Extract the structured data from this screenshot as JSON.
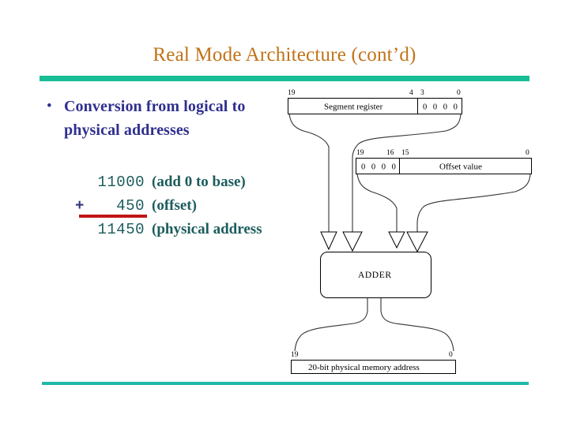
{
  "slide": {
    "title": "Real Mode Architecture (cont’d)",
    "title_color": "#c07318",
    "rule_color_top": "#16bd95",
    "rule_color_bottom": "#21b8a8",
    "background": "#ffffff"
  },
  "bullet": {
    "marker": "•",
    "line1": "Conversion from logical to",
    "line2": "physical addresses",
    "color": "#2f2f8f"
  },
  "calculation": {
    "number_color": "#1c5c5c",
    "sign_color": "#33337f",
    "rule_color": "#c11414",
    "rows": [
      {
        "sign": "",
        "number": "11000",
        "note": "(add 0 to base)"
      },
      {
        "sign": "+",
        "number": "450",
        "note": "(offset)"
      },
      {
        "sign": "",
        "number": "11450",
        "note": "(physical address"
      }
    ]
  },
  "diagram": {
    "segment_register": {
      "label": "Segment register",
      "zeros": "0 0 0 0",
      "tick_left": "19",
      "tick_mid_left": "4",
      "tick_mid_right": "3",
      "tick_right": "0"
    },
    "offset": {
      "label": "Offset value",
      "zeros": "0 0 0 0",
      "tick_left": "19",
      "tick_mid_left": "16",
      "tick_mid_right": "15",
      "tick_right": "0"
    },
    "adder": {
      "label": "ADDER"
    },
    "physical_address": {
      "label": "20-bit physical memory address",
      "tick_left": "19",
      "tick_right": "0"
    }
  }
}
